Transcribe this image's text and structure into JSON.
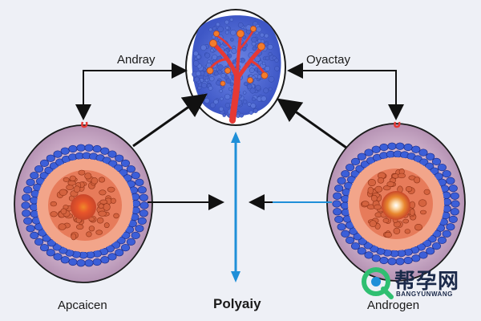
{
  "labels": {
    "top_left": "Andray",
    "top_right": "Oyactay",
    "bottom_left": "Apcaicen",
    "bottom_center": "Polyaiy",
    "bottom_right": "Androgen"
  },
  "watermark": {
    "chinese": "帮孕网",
    "latin": "BANGYUNWANG"
  },
  "colors": {
    "background": "#eef0f6",
    "arrow_black": "#111111",
    "arrow_blue": "#1f8fd8",
    "follicle_blue": "#3c5fd8",
    "follicle_outer": "#c9a6c4",
    "core_orange": "#e85a2a",
    "vessel_red": "#e53935",
    "watermark_green": "#2fbf71"
  },
  "icons": [
    "top-gland-icon",
    "left-follicle-icon",
    "right-follicle-icon",
    "watermark-logo-icon"
  ]
}
